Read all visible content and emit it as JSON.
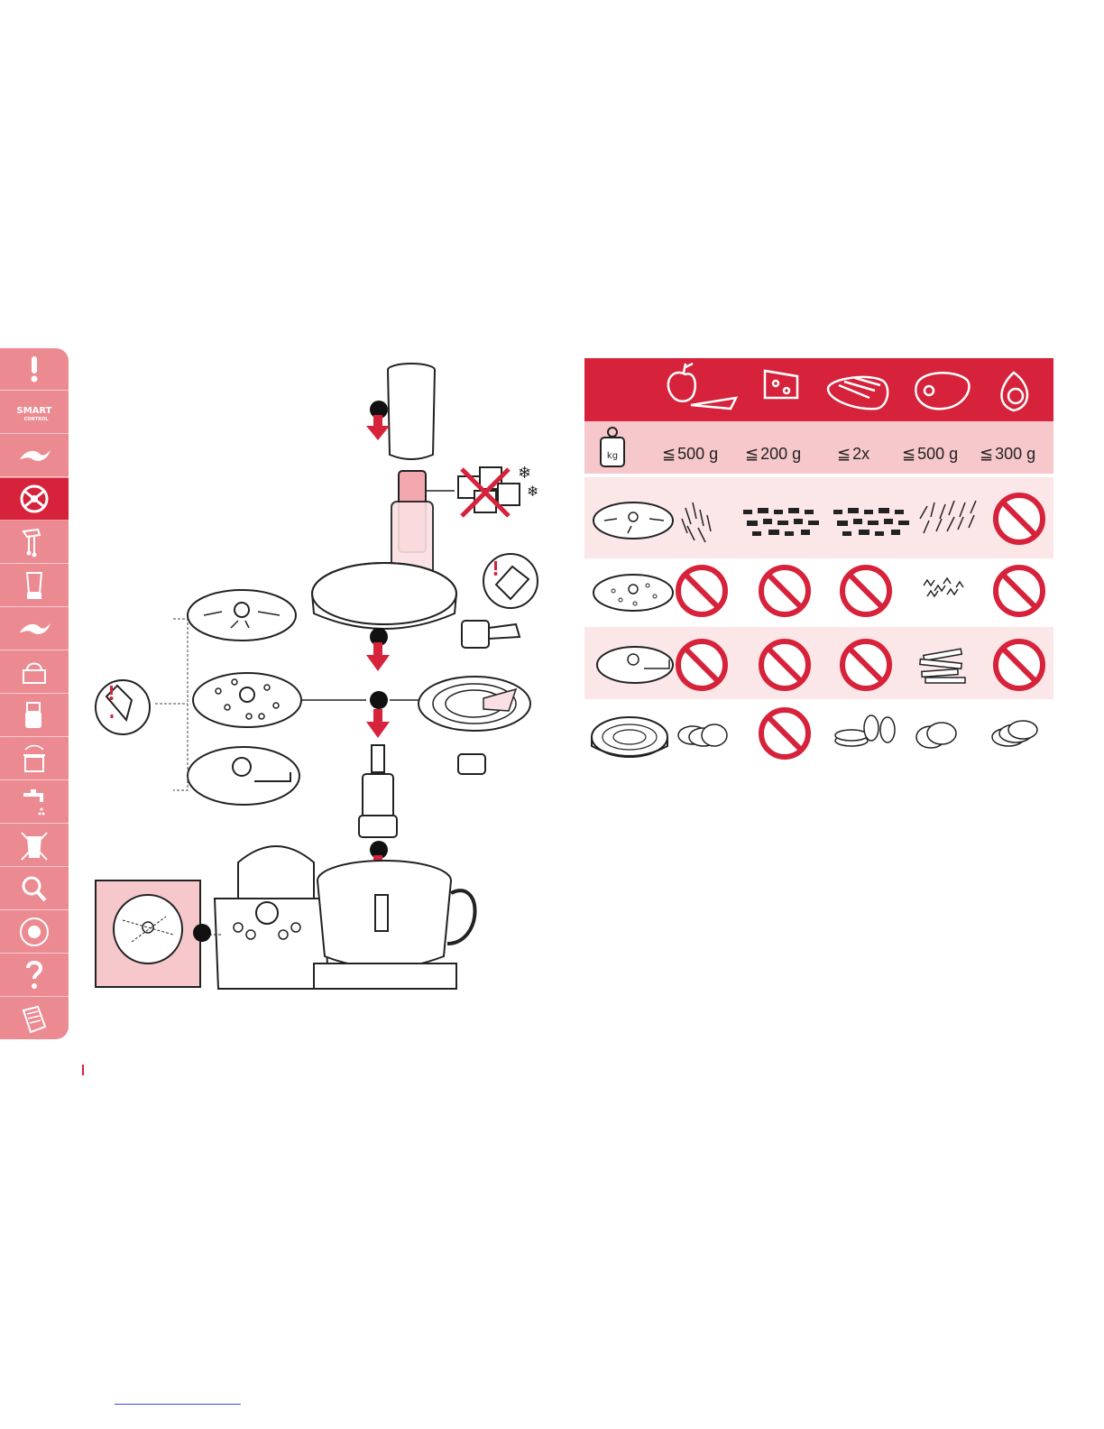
{
  "colors": {
    "accent": "#d6223a",
    "sidebar": "#ec8a92",
    "row_light": "#fbe6e8",
    "row_mid": "#f6c7cb"
  },
  "sidebar": {
    "items": [
      {
        "icon": "exclamation-icon"
      },
      {
        "icon": "smart-control-icon",
        "label": "SMART",
        "sublabel": "CONTROL"
      },
      {
        "icon": "whisk-blade-icon"
      },
      {
        "icon": "disc-icon",
        "active": true
      },
      {
        "icon": "mixer-icon"
      },
      {
        "icon": "blender-icon"
      },
      {
        "icon": "leaf-blade-icon"
      },
      {
        "icon": "citrus-press-icon"
      },
      {
        "icon": "mincer-icon"
      },
      {
        "icon": "storage-icon",
        "label": "STORAGE"
      },
      {
        "icon": "tap-icon"
      },
      {
        "icon": "no-dishwasher-icon"
      },
      {
        "icon": "search-icon"
      },
      {
        "icon": "worldwide-guarantee-icon",
        "label": "WORLD-WIDE GUARANTEE"
      },
      {
        "icon": "question-icon"
      },
      {
        "icon": "recycle-icon"
      }
    ]
  },
  "table": {
    "header_icons": [
      "apple-carrot-icon",
      "cheese-icon",
      "cucumber-icon",
      "ham-icon",
      "onion-icon"
    ],
    "weight_icon": "kg",
    "weights": [
      "500 g",
      "200 g",
      "2x",
      "500 g",
      "300 g"
    ],
    "rows": [
      {
        "disc": "coarse-shredding-disc",
        "cells": [
          "shreds",
          "chunks",
          "chunks",
          "shreds",
          "prohibited"
        ]
      },
      {
        "disc": "fine-shredding-disc",
        "cells": [
          "prohibited",
          "prohibited",
          "prohibited",
          "fine-shreds",
          "prohibited"
        ]
      },
      {
        "disc": "french-fries-disc",
        "cells": [
          "prohibited",
          "prohibited",
          "prohibited",
          "fries",
          "prohibited"
        ]
      },
      {
        "disc": "slicing-disc",
        "cells": [
          "slices",
          "prohibited",
          "slices",
          "slices",
          "slices"
        ]
      }
    ]
  }
}
